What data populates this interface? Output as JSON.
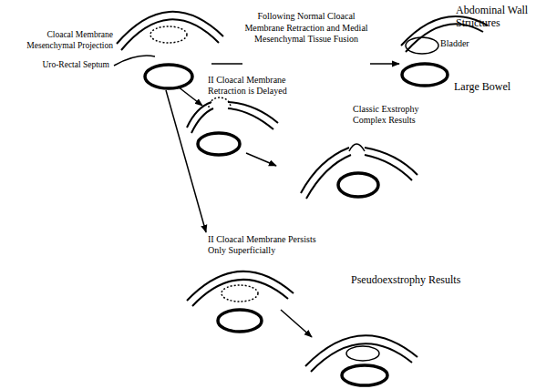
{
  "diagram": {
    "nodes": [
      {
        "text": [
          "Cloacal Membrane",
          "Mesenchymal Projection",
          "Uro-Rectal Septum"
        ]
      },
      {
        "text": [
          "Abdominal Wall Structures",
          "Bladder",
          "Large Bowel"
        ]
      },
      {
        "text": [
          "II Cloacal Membrane Retraction is Delayed"
        ]
      },
      {
        "text": [
          "Classic Exstrophy Complex Results"
        ]
      },
      {
        "text": [
          "II Cloacal Membrane Persists Only Superficially"
        ]
      },
      {
        "text": [
          "Pseudoexstrophy Results"
        ]
      }
    ],
    "edges": [
      {
        "from": 0,
        "to": 1,
        "arrow": "to",
        "label": "Following Normal Cloacal Membrane Retraction and Medial Mesenchymal Tissue Fusion"
      },
      {
        "from": 0,
        "to": 2,
        "arrow": "to"
      },
      {
        "from": 2,
        "to": 3,
        "arrow": "to"
      },
      {
        "from": 0,
        "to": 4,
        "arrow": "to"
      },
      {
        "from": 4,
        "to": 5,
        "arrow": "to"
      }
    ]
  }
}
